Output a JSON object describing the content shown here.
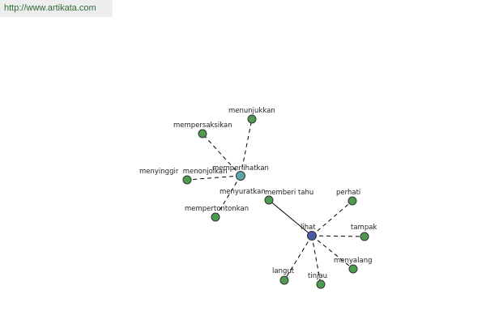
{
  "source": "http://www.artikata.com",
  "colors": {
    "synonym_node": "#4e9a4e",
    "hub_node_primary": "#4c5aa3",
    "hub_node_secondary": "#5aa4a8",
    "edge": "#000000"
  },
  "nodes": [
    {
      "id": "lihat",
      "label": "lihat",
      "kind": "hub_primary"
    },
    {
      "id": "memperlihatkan",
      "label": "memperlihatkan",
      "kind": "hub_secondary"
    },
    {
      "id": "memberi_tahu",
      "label": "memberi tahu",
      "kind": "synonym"
    },
    {
      "id": "perhati",
      "label": "perhati",
      "kind": "synonym"
    },
    {
      "id": "tampak",
      "label": "tampak",
      "kind": "synonym"
    },
    {
      "id": "menyalang",
      "label": "menyalang",
      "kind": "synonym"
    },
    {
      "id": "tinjau",
      "label": "tinjau",
      "kind": "synonym"
    },
    {
      "id": "langut",
      "label": "langut",
      "kind": "synonym"
    },
    {
      "id": "menunjukkan",
      "label": "menunjukkan",
      "kind": "synonym"
    },
    {
      "id": "mempersaksikan",
      "label": "mempersaksikan",
      "kind": "synonym"
    },
    {
      "id": "menyinggir_menonjolkan",
      "label": "menyinggir  menonjolkan",
      "kind": "synonym"
    },
    {
      "id": "menyuratkan",
      "label": "menyuratkan",
      "kind": "synonym"
    },
    {
      "id": "mempertontonkan",
      "label": "mempertontonkan",
      "kind": "synonym"
    }
  ],
  "edges": [
    {
      "from": "lihat",
      "to": "memberi_tahu",
      "style": "solid"
    },
    {
      "from": "lihat",
      "to": "perhati",
      "style": "dashed"
    },
    {
      "from": "lihat",
      "to": "tampak",
      "style": "dashed"
    },
    {
      "from": "lihat",
      "to": "menyalang",
      "style": "dashed"
    },
    {
      "from": "lihat",
      "to": "tinjau",
      "style": "dashed"
    },
    {
      "from": "lihat",
      "to": "langut",
      "style": "dashed"
    },
    {
      "from": "memperlihatkan",
      "to": "menunjukkan",
      "style": "dashed"
    },
    {
      "from": "memperlihatkan",
      "to": "mempersaksikan",
      "style": "dashed"
    },
    {
      "from": "memperlihatkan",
      "to": "menyinggir_menonjolkan",
      "style": "dashed"
    },
    {
      "from": "memperlihatkan",
      "to": "mempertontonkan",
      "style": "dashed"
    }
  ]
}
